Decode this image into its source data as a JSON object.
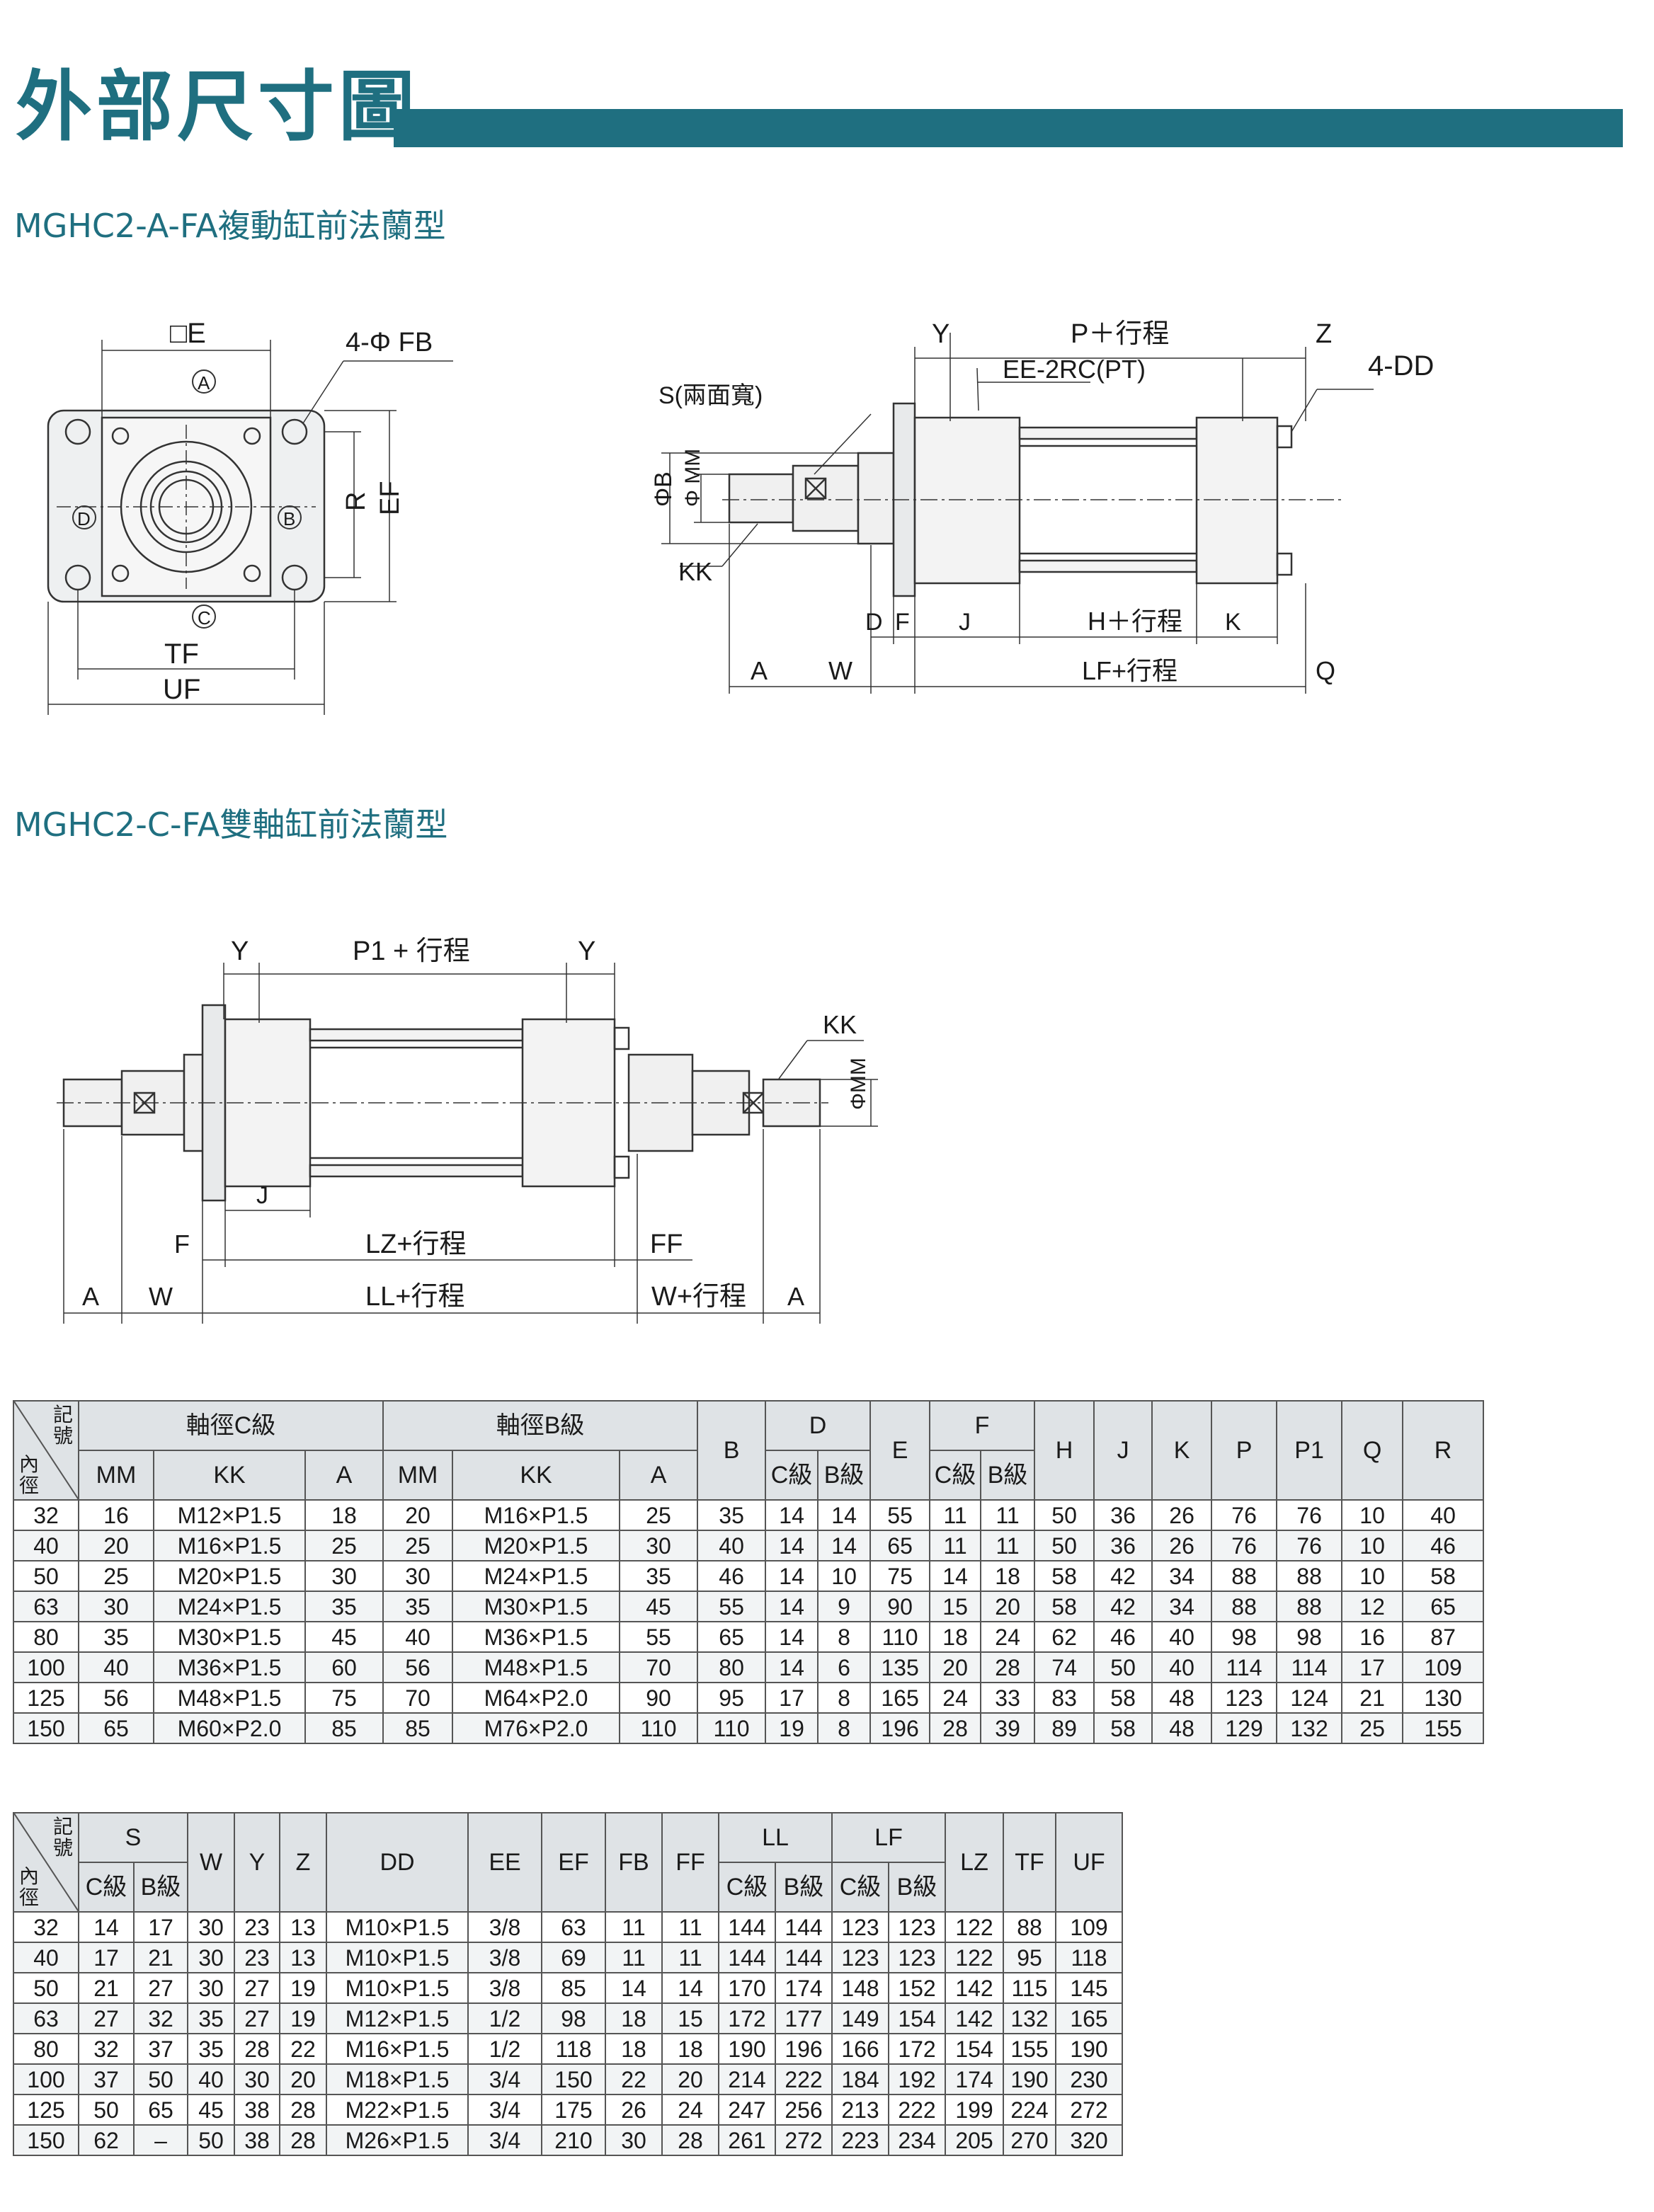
{
  "header": {
    "title": "外部尺寸圖"
  },
  "sections": [
    {
      "title": "MGHC2-A-FA複動缸前法蘭型"
    },
    {
      "title": "MGHC2-C-FA雙軸缸前法蘭型"
    }
  ],
  "drawing1": {
    "labels": {
      "E": "□E",
      "FB": "4-Φ FB",
      "A": "A",
      "B": "B",
      "C": "C",
      "D": "D",
      "R": "R",
      "EF": "EF",
      "TF": "TF",
      "UF": "UF"
    }
  },
  "drawing2": {
    "labels": {
      "Y": "Y",
      "P": "P＋行程",
      "Z": "Z",
      "EE": "EE-2RC(PT)",
      "DD": "4-DD",
      "S": "S(兩面寬)",
      "PHB": "ΦB",
      "PHMM": "Φ MM",
      "KK": "KK",
      "D": "D",
      "F": "F",
      "J": "J",
      "H": "H＋行程",
      "K": "K",
      "A": "A",
      "W": "W",
      "LF": "LF+行程",
      "Q": "Q"
    }
  },
  "drawing3": {
    "labels": {
      "Y1": "Y",
      "P1": "P1 + 行程",
      "Y2": "Y",
      "KK": "KK",
      "PHMM": "ΦMM",
      "J": "J",
      "F": "F",
      "LZ": "LZ+行程",
      "FF": "FF",
      "A1": "A",
      "W": "W",
      "LL": "LL+行程",
      "W2": "W+行程",
      "A2": "A"
    }
  },
  "table1": {
    "corner": {
      "top": "記號",
      "bottom": "內徑"
    },
    "groups": {
      "c_shaft": "軸徑C級",
      "b_shaft": "軸徑B級",
      "D": "D",
      "F": "F"
    },
    "headers": [
      "MM",
      "KK",
      "A",
      "MM",
      "KK",
      "A",
      "B",
      "C級",
      "B級",
      "E",
      "C級",
      "B級",
      "H",
      "J",
      "K",
      "P",
      "P1",
      "Q",
      "R"
    ],
    "rows": [
      [
        "32",
        "16",
        "M12×P1.5",
        "18",
        "20",
        "M16×P1.5",
        "25",
        "35",
        "14",
        "14",
        "55",
        "11",
        "11",
        "50",
        "36",
        "26",
        "76",
        "76",
        "10",
        "40"
      ],
      [
        "40",
        "20",
        "M16×P1.5",
        "25",
        "25",
        "M20×P1.5",
        "30",
        "40",
        "14",
        "14",
        "65",
        "11",
        "11",
        "50",
        "36",
        "26",
        "76",
        "76",
        "10",
        "46"
      ],
      [
        "50",
        "25",
        "M20×P1.5",
        "30",
        "30",
        "M24×P1.5",
        "35",
        "46",
        "14",
        "10",
        "75",
        "14",
        "18",
        "58",
        "42",
        "34",
        "88",
        "88",
        "10",
        "58"
      ],
      [
        "63",
        "30",
        "M24×P1.5",
        "35",
        "35",
        "M30×P1.5",
        "45",
        "55",
        "14",
        "9",
        "90",
        "15",
        "20",
        "58",
        "42",
        "34",
        "88",
        "88",
        "12",
        "65"
      ],
      [
        "80",
        "35",
        "M30×P1.5",
        "45",
        "40",
        "M36×P1.5",
        "55",
        "65",
        "14",
        "8",
        "110",
        "18",
        "24",
        "62",
        "46",
        "40",
        "98",
        "98",
        "16",
        "87"
      ],
      [
        "100",
        "40",
        "M36×P1.5",
        "60",
        "56",
        "M48×P1.5",
        "70",
        "80",
        "14",
        "6",
        "135",
        "20",
        "28",
        "74",
        "50",
        "40",
        "114",
        "114",
        "17",
        "109"
      ],
      [
        "125",
        "56",
        "M48×P1.5",
        "75",
        "70",
        "M64×P2.0",
        "90",
        "95",
        "17",
        "8",
        "165",
        "24",
        "33",
        "83",
        "58",
        "48",
        "123",
        "124",
        "21",
        "130"
      ],
      [
        "150",
        "65",
        "M60×P2.0",
        "85",
        "85",
        "M76×P2.0",
        "110",
        "110",
        "19",
        "8",
        "196",
        "28",
        "39",
        "89",
        "58",
        "48",
        "129",
        "132",
        "25",
        "155"
      ]
    ]
  },
  "table2": {
    "corner": {
      "top": "記號",
      "bottom": "內徑"
    },
    "groups": {
      "S": "S",
      "LL": "LL",
      "LF": "LF"
    },
    "headers": [
      "C級",
      "B級",
      "W",
      "Y",
      "Z",
      "DD",
      "EE",
      "EF",
      "FB",
      "FF",
      "C級",
      "B級",
      "C級",
      "B級",
      "LZ",
      "TF",
      "UF"
    ],
    "rows": [
      [
        "32",
        "14",
        "17",
        "30",
        "23",
        "13",
        "M10×P1.5",
        "3/8",
        "63",
        "11",
        "11",
        "144",
        "144",
        "123",
        "123",
        "122",
        "88",
        "109"
      ],
      [
        "40",
        "17",
        "21",
        "30",
        "23",
        "13",
        "M10×P1.5",
        "3/8",
        "69",
        "11",
        "11",
        "144",
        "144",
        "123",
        "123",
        "122",
        "95",
        "118"
      ],
      [
        "50",
        "21",
        "27",
        "30",
        "27",
        "19",
        "M10×P1.5",
        "3/8",
        "85",
        "14",
        "14",
        "170",
        "174",
        "148",
        "152",
        "142",
        "115",
        "145"
      ],
      [
        "63",
        "27",
        "32",
        "35",
        "27",
        "19",
        "M12×P1.5",
        "1/2",
        "98",
        "18",
        "15",
        "172",
        "177",
        "149",
        "154",
        "142",
        "132",
        "165"
      ],
      [
        "80",
        "32",
        "37",
        "35",
        "28",
        "22",
        "M16×P1.5",
        "1/2",
        "118",
        "18",
        "18",
        "190",
        "196",
        "166",
        "172",
        "154",
        "155",
        "190"
      ],
      [
        "100",
        "37",
        "50",
        "40",
        "30",
        "20",
        "M18×P1.5",
        "3/4",
        "150",
        "22",
        "20",
        "214",
        "222",
        "184",
        "192",
        "174",
        "190",
        "230"
      ],
      [
        "125",
        "50",
        "65",
        "45",
        "38",
        "28",
        "M22×P1.5",
        "3/4",
        "175",
        "26",
        "24",
        "247",
        "256",
        "213",
        "222",
        "199",
        "224",
        "272"
      ],
      [
        "150",
        "62",
        "–",
        "50",
        "38",
        "28",
        "M26×P1.5",
        "3/4",
        "210",
        "30",
        "28",
        "261",
        "272",
        "223",
        "234",
        "205",
        "270",
        "320"
      ]
    ]
  }
}
